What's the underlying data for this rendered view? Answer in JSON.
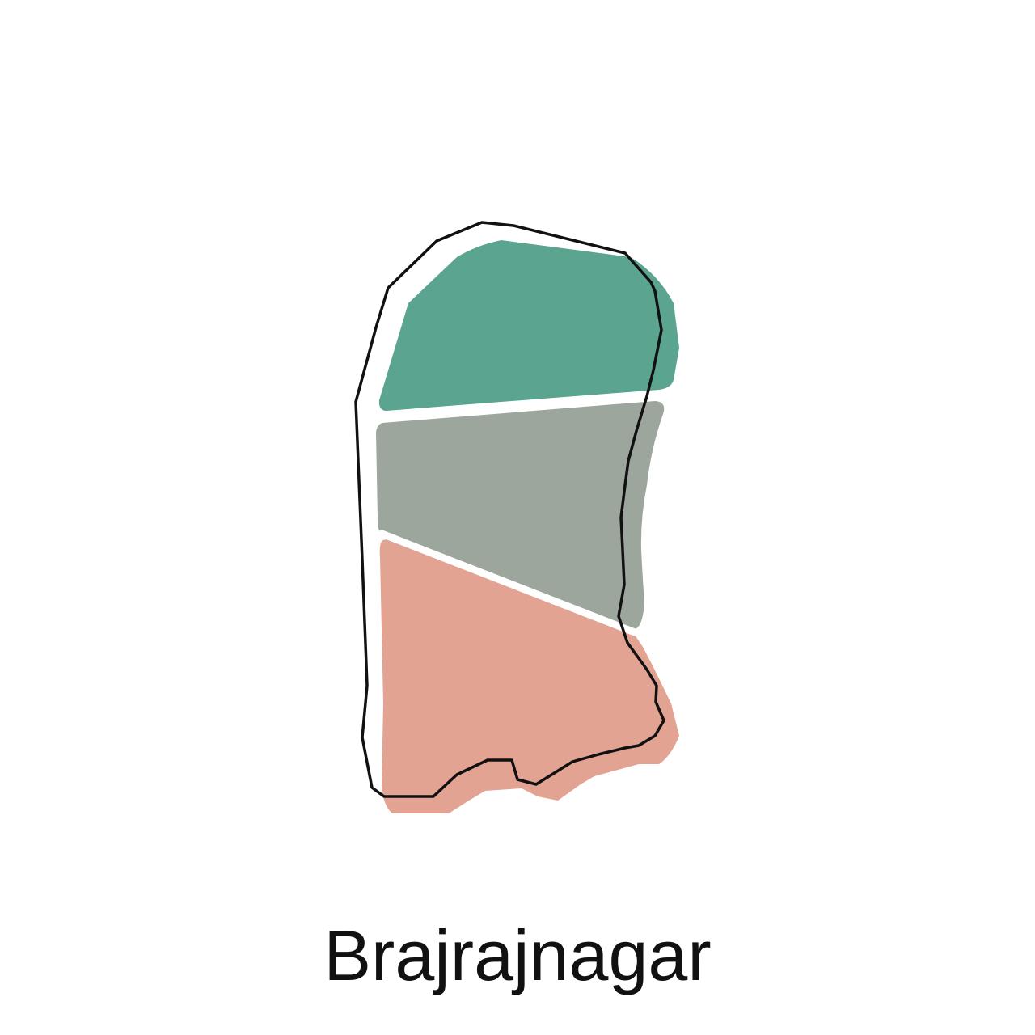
{
  "title": "Brajrajnagar",
  "colors": {
    "background": "#ffffff",
    "region_north": "#5ba48f",
    "region_middle": "#9ca69d",
    "region_south": "#e2a392",
    "outline": "#111111"
  },
  "regions": [
    {
      "id": "north",
      "color_key": "region_north"
    },
    {
      "id": "middle",
      "color_key": "region_middle"
    },
    {
      "id": "south",
      "color_key": "region_south"
    }
  ]
}
